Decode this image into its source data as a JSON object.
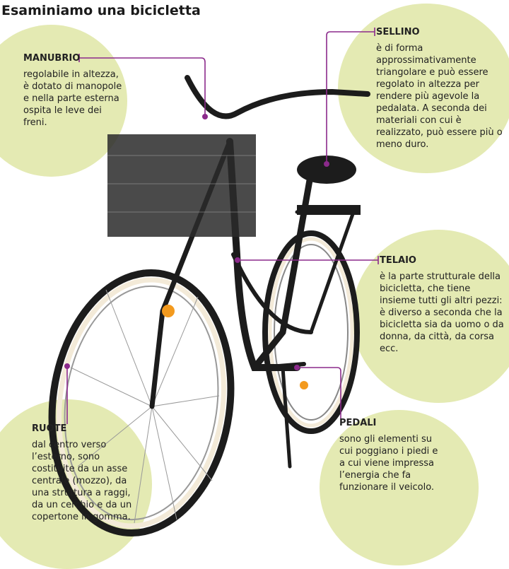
{
  "title": "Esaminiamo una bicicletta",
  "colors": {
    "circle": "#e4eab3",
    "leader_line": "#8b2a8b",
    "bike": "#1c1c1c",
    "tire_wall": "#f3ead8"
  },
  "labels": {
    "manubrio": {
      "heading": "MANUBRIO",
      "text": "regolabile in altezza, è dotato di manopole e nella parte esterna ospita le leve dei freni."
    },
    "sellino": {
      "heading": "SELLINO",
      "text": "è di forma approssimativamente triangolare e può essere regolato in altezza per rendere più agevole la pedalata. A seconda dei materiali con cui è realizzato, può essere più o meno duro."
    },
    "telaio": {
      "heading": "TELAIO",
      "text": "è la parte strutturale della bicicletta, che tiene insieme tutti gli altri pezzi: è diverso a seconda che la bicicletta sia da uomo o da donna, da città, da corsa ecc."
    },
    "ruote": {
      "heading": "RUOTE",
      "text": "dal centro verso l’esterno, sono costituite da un asse centrale (mozzo), da una struttura a raggi, da un cerchio e da un copertone in gomma."
    },
    "pedali": {
      "heading": "PEDALI",
      "text": "sono gli elementi su cui poggiano i piedi e a cui viene impressa l’energia che fa funzionare il veicolo."
    }
  }
}
